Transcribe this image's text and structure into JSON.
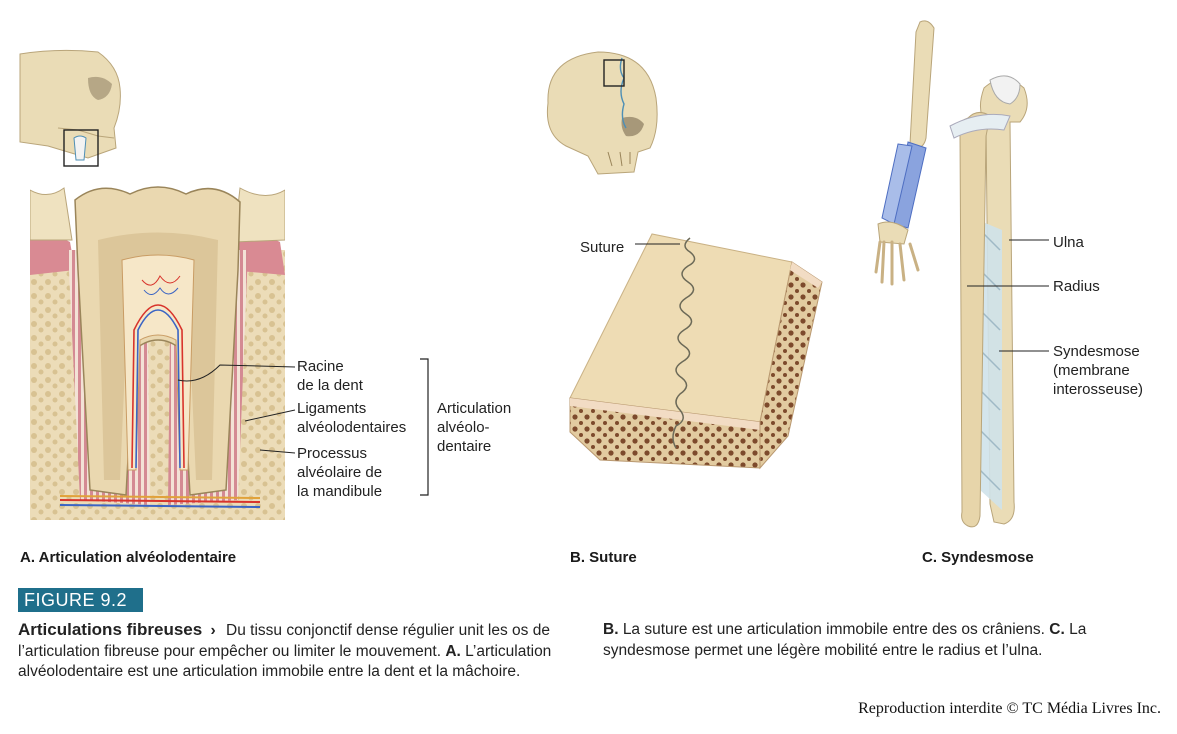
{
  "panels": {
    "a": {
      "title": "A. Articulation alvéolodentaire",
      "labels": {
        "racine": "Racine\nde la dent",
        "ligaments": "Ligaments\nalvéolodentaires",
        "processus": "Processus\nalvéolaire de\nla mandibule",
        "articulation": "Articulation\nalvéolo-\ndentaire"
      }
    },
    "b": {
      "title": "B. Suture",
      "labels": {
        "suture": "Suture"
      }
    },
    "c": {
      "title": "C. Syndesmose",
      "labels": {
        "ulna": "Ulna",
        "radius": "Radius",
        "syndesmose": "Syndesmose\n(membrane\ninterosseuse)"
      }
    }
  },
  "figure": {
    "badge": "FIGURE 9.2",
    "caption_title": "Articulations fibreuses",
    "caption_arrow": "›",
    "caption_part1": "Du tissu conjonctif dense régulier unit les os de l’articulation fibreuse pour empêcher ou limiter le mouvement.",
    "caption_a_key": "A.",
    "caption_a_text": "L’articulation alvéolodentaire est une articulation immobile entre la dent et la mâchoire.",
    "caption_b_key": "B.",
    "caption_b_text": "La suture est une articulation immobile entre des os crâniens.",
    "caption_c_key": "C.",
    "caption_c_text": "La syndesmose permet une légère mobilité entre le radius et l’ulna."
  },
  "copyright": "Reproduction interdite © TC Média Livres Inc.",
  "colors": {
    "bone": "#eadcb6",
    "bone_dark": "#c8b68c",
    "gum": "#d98a93",
    "accent": "#1f6f8b",
    "vessel_red": "#d8342c",
    "vessel_blue": "#3a64c4",
    "membrane": "#cfe2ea"
  }
}
